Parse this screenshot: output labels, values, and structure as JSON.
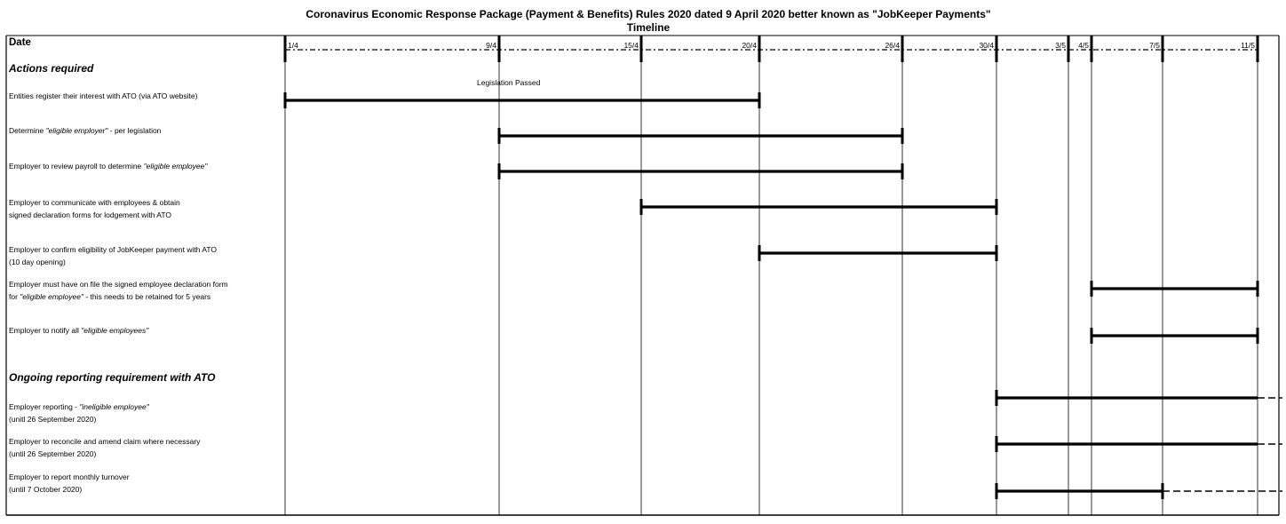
{
  "title_line1": "Coronavirus Economic Response Package (Payment & Benefits) Rules 2020 dated 9 April 2020 better known as \"JobKeeper Payments\"",
  "title_line2": "Timeline",
  "date_label": "Date",
  "chart_data": {
    "type": "gantt",
    "date_ticks": [
      "1/4",
      "9/4",
      "15/4",
      "20/4",
      "26/4",
      "30/4",
      "3/5",
      "4/5",
      "7/5",
      "11/5"
    ],
    "sections": [
      {
        "title": "Actions required",
        "tasks": [
          {
            "name": [
              "Entities register their interest with ATO (via ATO website)"
            ],
            "start": "1/4",
            "end": "20/4",
            "continues": false
          },
          {
            "name": [
              "Determine \"eligible employer\" - per legislation"
            ],
            "start": "9/4",
            "end": "26/4",
            "continues": false
          },
          {
            "name": [
              "Employer to review payroll to determine \"eligible employee\""
            ],
            "start": "9/4",
            "end": "26/4",
            "continues": false
          },
          {
            "name": [
              "Employer to communicate with employees & obtain",
              "signed declaration forms for lodgement with ATO"
            ],
            "start": "15/4",
            "end": "30/4",
            "continues": false
          },
          {
            "name": [
              "Employer to confirm eligibility of JobKeeper payment with ATO",
              "(10 day opening)"
            ],
            "start": "20/4",
            "end": "30/4",
            "continues": false
          },
          {
            "name": [
              "Employer must have on file the signed employee declaration form",
              "for \"eligible employee\" - this needs to be retained for 5 years"
            ],
            "start": "4/5",
            "end": "11/5",
            "continues": false
          },
          {
            "name": [
              "Employer to notify all \"eligible employees\""
            ],
            "start": "4/5",
            "end": "11/5",
            "continues": false
          }
        ]
      },
      {
        "title": "Ongoing reporting requirement with ATO",
        "tasks": [
          {
            "name": [
              "Employer reporting - \"ineligible employee\"",
              "(unitl 26 September 2020)"
            ],
            "start": "30/4",
            "end": "11/5",
            "continues": true
          },
          {
            "name": [
              "Employer to reconcile and amend claim where necessary",
              "(until 26 September 2020)"
            ],
            "start": "30/4",
            "end": "11/5",
            "continues": true
          },
          {
            "name": [
              "Employer to report monthly turnover",
              "(until 7 October 2020)"
            ],
            "start": "30/4",
            "end": "7/5",
            "continues": true
          }
        ]
      }
    ],
    "annotations": [
      {
        "text": "Legislation Passed",
        "above_task": "Entities register their interest with ATO (via ATO website)"
      }
    ]
  }
}
